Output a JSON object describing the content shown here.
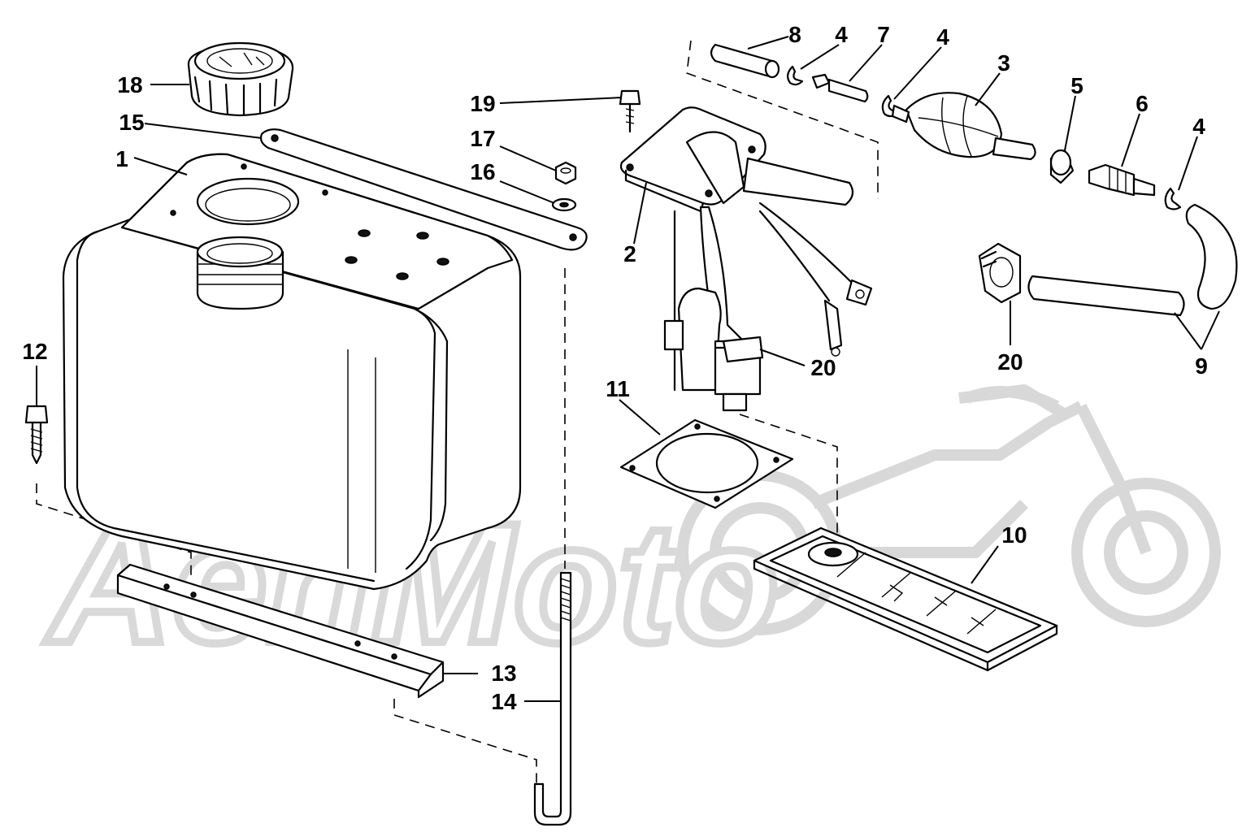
{
  "watermark": {
    "text": "AehMoto"
  },
  "callouts": [
    {
      "id": "c1",
      "text": "1"
    },
    {
      "id": "c2",
      "text": "2"
    },
    {
      "id": "c3",
      "text": "3"
    },
    {
      "id": "c4a",
      "text": "4"
    },
    {
      "id": "c4b",
      "text": "4"
    },
    {
      "id": "c4c",
      "text": "4"
    },
    {
      "id": "c5",
      "text": "5"
    },
    {
      "id": "c6",
      "text": "6"
    },
    {
      "id": "c7",
      "text": "7"
    },
    {
      "id": "c8",
      "text": "8"
    },
    {
      "id": "c9",
      "text": "9"
    },
    {
      "id": "c10",
      "text": "10"
    },
    {
      "id": "c11",
      "text": "11"
    },
    {
      "id": "c12",
      "text": "12"
    },
    {
      "id": "c13",
      "text": "13"
    },
    {
      "id": "c14",
      "text": "14"
    },
    {
      "id": "c15",
      "text": "15"
    },
    {
      "id": "c16",
      "text": "16"
    },
    {
      "id": "c17",
      "text": "17"
    },
    {
      "id": "c18",
      "text": "18"
    },
    {
      "id": "c19",
      "text": "19"
    },
    {
      "id": "c20a",
      "text": "20"
    },
    {
      "id": "c20b",
      "text": "20"
    }
  ]
}
